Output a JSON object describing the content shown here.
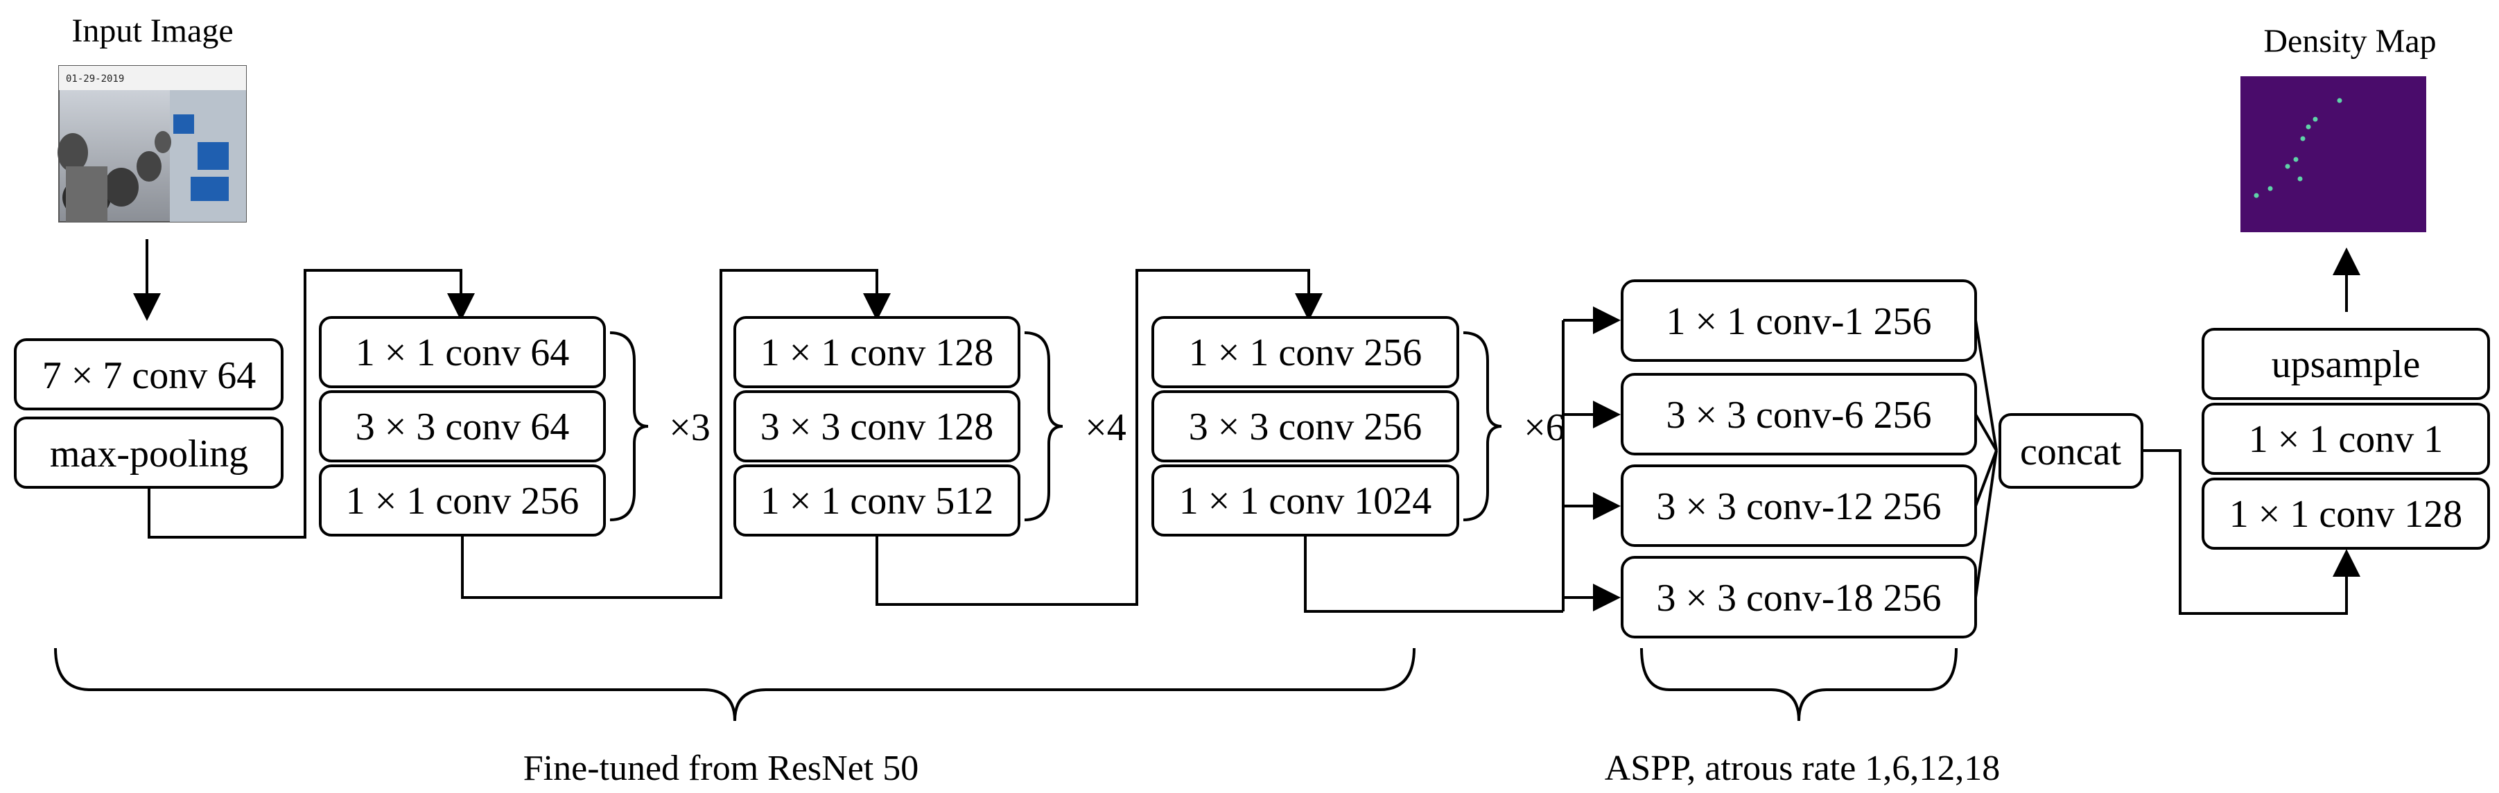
{
  "input": {
    "label": "Input Image"
  },
  "output": {
    "label": "Density Map"
  },
  "stem": {
    "conv": "7 × 7 conv 64",
    "pool": "max-pooling"
  },
  "blocks": [
    {
      "layers": [
        "1 × 1 conv 64",
        "3 × 3 conv 64",
        "1 × 1 conv 256"
      ],
      "repeat": "×3"
    },
    {
      "layers": [
        "1 × 1 conv 128",
        "3 × 3 conv 128",
        "1 × 1 conv 512"
      ],
      "repeat": "×4"
    },
    {
      "layers": [
        "1 × 1 conv 256",
        "3 × 3 conv 256",
        "1 × 1 conv 1024"
      ],
      "repeat": "×6"
    }
  ],
  "aspp": {
    "branches": [
      "1 × 1 conv-1 256",
      "3 × 3 conv-6 256",
      "3 × 3 conv-12 256",
      "3 × 3 conv-18 256"
    ],
    "caption": "ASPP, atrous rate 1,6,12,18"
  },
  "concat": "concat",
  "head": {
    "layers": [
      "upsample",
      "1 × 1 conv 1",
      "1 × 1 conv 128"
    ]
  },
  "backbone_caption": "Fine-tuned from ResNet 50",
  "colors": {
    "density_bg": "#4a0c6b",
    "density_dot": "#5fd3a8"
  }
}
